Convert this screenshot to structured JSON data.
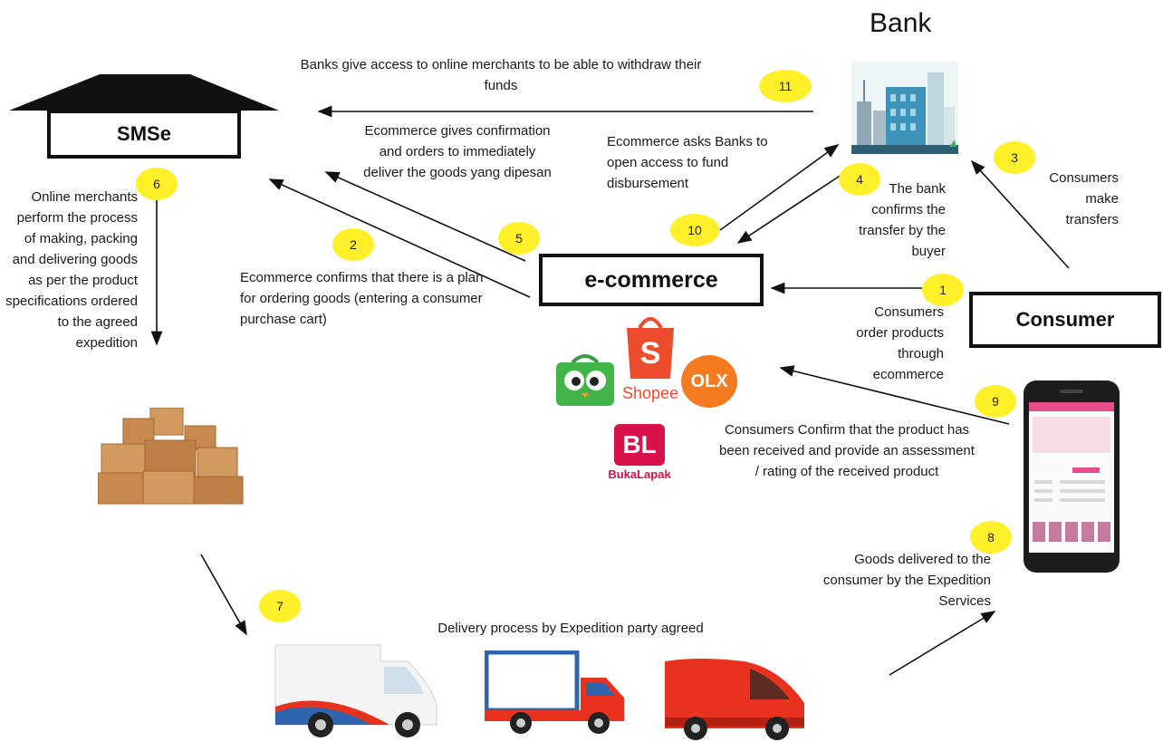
{
  "nodes": {
    "bank": "Bank",
    "smse": "SMSe",
    "ecommerce": "e-commerce",
    "consumer": "Consumer"
  },
  "steps": [
    {
      "num": "1",
      "text": "Consumers order products through ecommerce"
    },
    {
      "num": "2",
      "text": "Ecommerce confirms that there is a plan for ordering goods (entering a consumer purchase cart)"
    },
    {
      "num": "3",
      "text": "Consumers make transfers"
    },
    {
      "num": "4",
      "text": "The bank confirms the transfer by the buyer"
    },
    {
      "num": "5",
      "text": "Ecommerce gives confirmation and orders to immediately deliver the goods yang dipesan"
    },
    {
      "num": "6",
      "text": "Online merchants perform the process of making, packing and delivering goods as per the product specifications ordered to the agreed expedition"
    },
    {
      "num": "7",
      "text": "Delivery process by Expedition party agreed"
    },
    {
      "num": "8",
      "text": "Goods delivered to the consumer by the Expedition Services"
    },
    {
      "num": "9",
      "text": "Consumers Confirm that the product has been received and provide an assessment / rating of the received product"
    },
    {
      "num": "10",
      "text": "Ecommerce asks Banks to open access to fund disbursement"
    },
    {
      "num": "11",
      "text": "Banks give access to online merchants to be able to withdraw their funds"
    }
  ],
  "logos": {
    "shopee_letter": "S",
    "shopee": "Shopee",
    "olx": "OLX",
    "bukalapak_mark": "BL",
    "bukalapak": "BukaLapak"
  },
  "colors": {
    "badge": "#fff02a",
    "shopee": "#ee4d2d",
    "tokopedia": "#42b549",
    "olx": "#f47b20",
    "bukalapak": "#d71149",
    "truck_red": "#e8321e"
  }
}
